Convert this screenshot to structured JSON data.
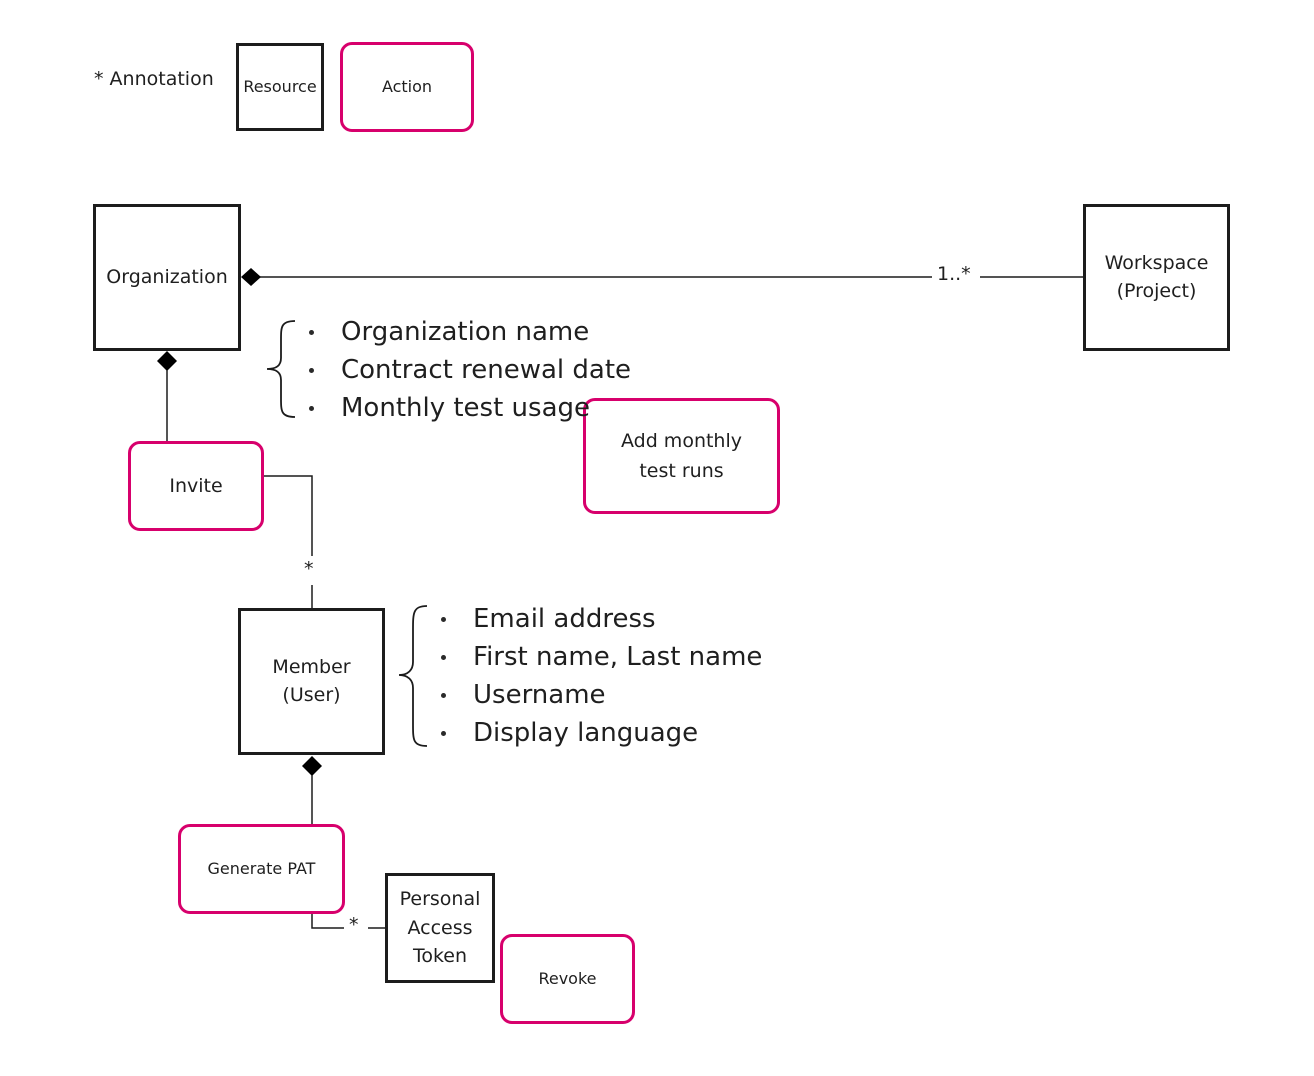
{
  "legend": {
    "annotation": "* Annotation",
    "resource": "Resource",
    "action": "Action"
  },
  "resources": {
    "organization": "Organization",
    "workspace": "Workspace\n(Project)",
    "member": "Member\n(User)",
    "token": "Personal\nAccess\nToken"
  },
  "actions": {
    "invite": "Invite",
    "add_test_runs": "Add monthly\ntest runs",
    "generate_pat": "Generate PAT",
    "revoke": "Revoke"
  },
  "multiplicity": {
    "org_workspace": "1..*",
    "invite_member": "*",
    "pat_token": "*"
  },
  "organization_attributes": [
    "Organization name",
    "Contract renewal date",
    "Monthly test usage"
  ],
  "member_attributes": [
    "Email address",
    "First name, Last name",
    "Username",
    "Display language"
  ],
  "colors": {
    "action_border": "#d7006c",
    "resource_border": "#1c1c1c"
  }
}
